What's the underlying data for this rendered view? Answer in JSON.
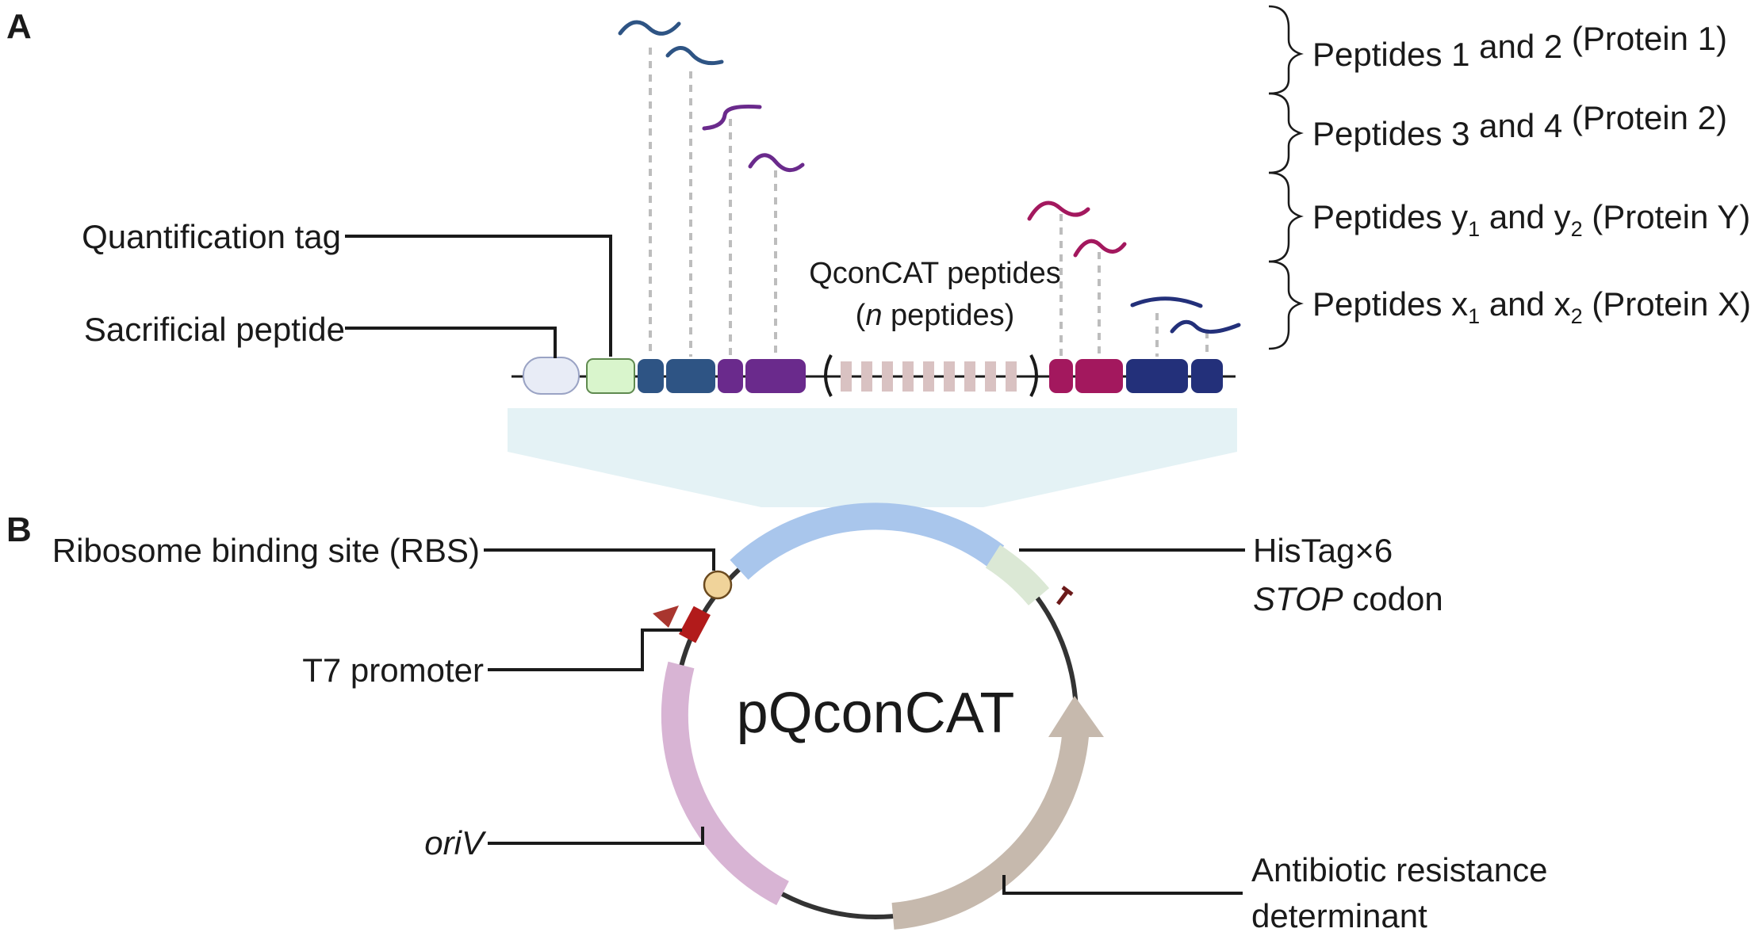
{
  "panel_a": {
    "letter": "A",
    "labels": {
      "quantification_tag": "Quantification tag",
      "sacrificial_peptide": "Sacrificial peptide",
      "qconcat_line1": "QconCAT peptides",
      "qconcat_line2_open": "(",
      "qconcat_line2_n": "n",
      "qconcat_line2_rest": " peptides)"
    },
    "peptide_groups": [
      {
        "pre": "Peptides ",
        "a": "1",
        "a_sub": "",
        "mid": " and ",
        "b": "2",
        "b_sub": "",
        "post": " (Protein 1)",
        "color": "#2e5484"
      },
      {
        "pre": "Peptides ",
        "a": "3",
        "a_sub": "",
        "mid": " and ",
        "b": "4",
        "b_sub": "",
        "post": " (Protein 2)",
        "color": "#6a2a8c"
      },
      {
        "pre": "Peptides ",
        "a": "y",
        "a_sub": "1",
        "mid": " and ",
        "b": "y",
        "b_sub": "2",
        "post": " (Protein Y)",
        "color": "#a3185e"
      },
      {
        "pre": "Peptides ",
        "a": "x",
        "a_sub": "1",
        "mid": " and ",
        "b": "x",
        "b_sub": "2",
        "post": " (Protein X)",
        "color": "#23307a"
      }
    ]
  },
  "panel_b": {
    "letter": "B",
    "plasmid_name": "pQconCAT",
    "labels": {
      "rbs": "Ribosome binding site (RBS)",
      "t7": "T7 promoter",
      "oriv": "oriV",
      "histag": "HisTag×6",
      "stop_italic": "STOP",
      "stop_rest": " codon",
      "antibiotic_line1": "Antibiotic resistance",
      "antibiotic_line2": "determinant"
    }
  },
  "colors": {
    "protein1": "#2e5484",
    "protein2": "#6a2a8c",
    "protein_y": "#a3185e",
    "protein_x": "#23307a",
    "quant_tag": "#d9f5cc",
    "sacrificial": "#e8ecf6",
    "qconcat_stripes": "#d9c2c2",
    "insert_arc": "#a9c6ec",
    "histag_arc": "#dbe8d5",
    "oriv_arc": "#d8b4d4",
    "antibiotic_arc": "#c6b9ad",
    "t7_promoter": "#b21b1b",
    "rbs": "#f0d39a",
    "projection": "#e4f2f5"
  }
}
